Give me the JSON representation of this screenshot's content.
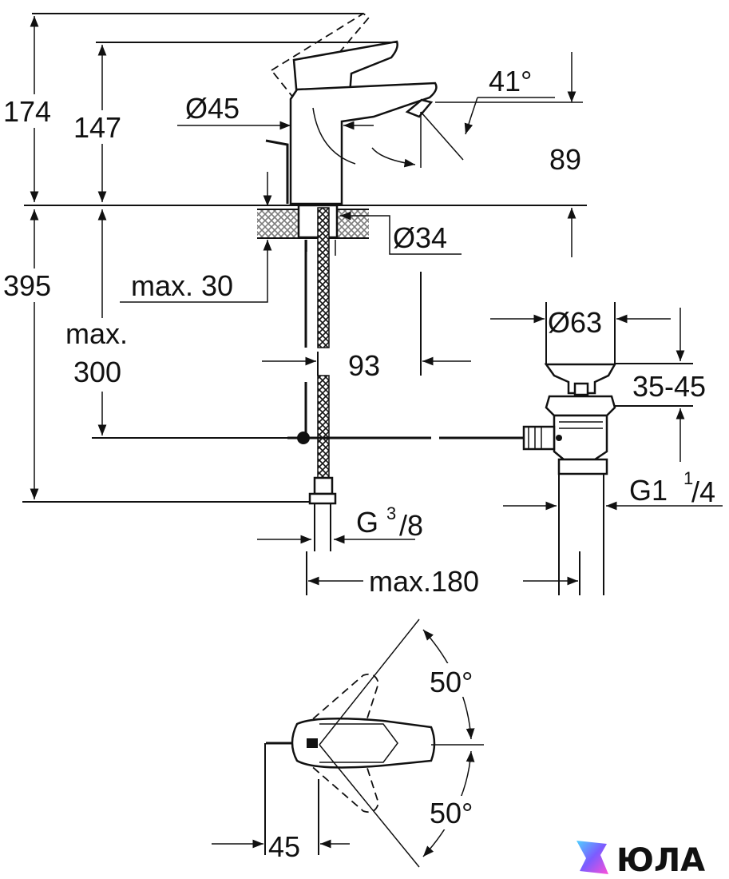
{
  "dimensions": {
    "d174": "174",
    "d147": "147",
    "d_diam45": "Ø45",
    "d41": "41°",
    "d89": "89",
    "d_diam34": "Ø34",
    "d395": "395",
    "d_max30": "max. 30",
    "d_max": "max.",
    "d_300": "300",
    "d93": "93",
    "d_diam63": "Ø63",
    "d35_45": "35-45",
    "g1_main": "G1",
    "g1_num": "1",
    "g1_den": "/4",
    "g38_main": "G",
    "g38_num": "3",
    "g38_den": "/8",
    "d_max180": "max.180",
    "d50_top": "50°",
    "d50_bottom": "50°",
    "d45": "45"
  },
  "logo": {
    "text": "ЮЛА",
    "colors": [
      "#4fd1ff",
      "#7b5cff",
      "#ff4fd8"
    ]
  }
}
